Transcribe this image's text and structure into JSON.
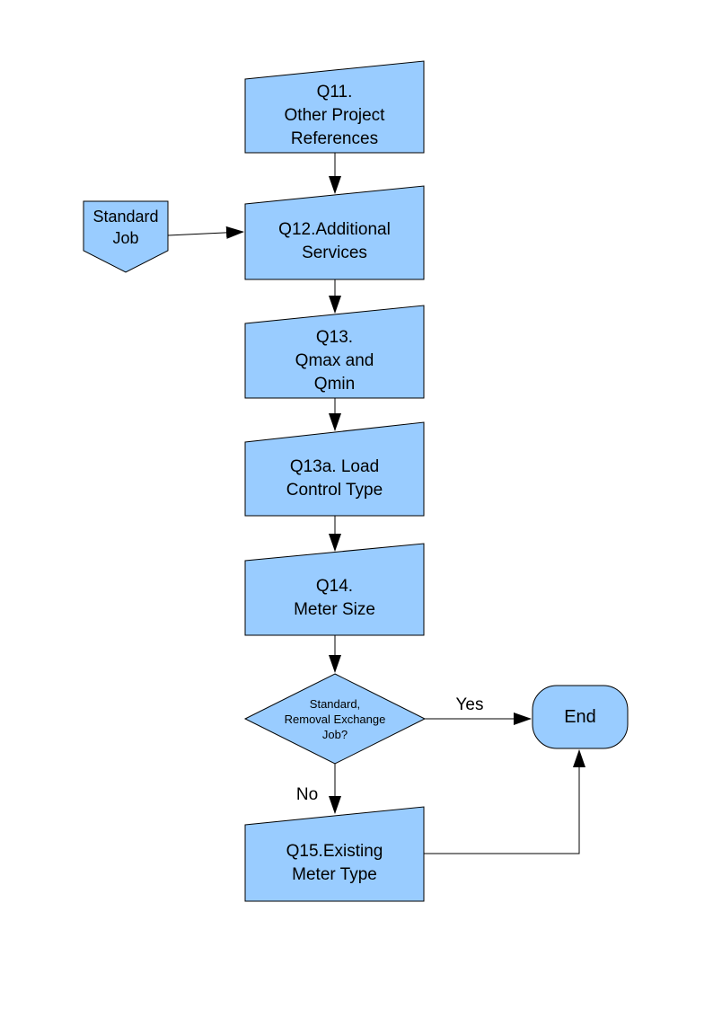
{
  "diagram": {
    "type": "flowchart",
    "colors": {
      "node_fill": "#99CCFF",
      "node_stroke": "#000000",
      "edge_color": "#000000",
      "text_color": "#000000",
      "background": "#FFFFFF"
    },
    "nodes": {
      "q11": {
        "shape": "process",
        "label": "Q11.\nOther Project\nReferences"
      },
      "standard_job": {
        "shape": "pentagon",
        "label": "Standard\nJob"
      },
      "q12": {
        "shape": "process",
        "label": "Q12.Additional\nServices"
      },
      "q13": {
        "shape": "process",
        "label": "Q13.\nQmax and\nQmin"
      },
      "q13a": {
        "shape": "process",
        "label": "Q13a. Load\nControl Type"
      },
      "q14": {
        "shape": "process",
        "label": "Q14.\nMeter Size"
      },
      "decision": {
        "shape": "decision",
        "label": "Standard,\nRemoval Exchange\nJob?"
      },
      "end": {
        "shape": "terminator",
        "label": "End"
      },
      "q15": {
        "shape": "process",
        "label": "Q15.Existing\nMeter Type"
      }
    },
    "edges": [
      {
        "from": "q11",
        "to": "q12",
        "label": ""
      },
      {
        "from": "standard_job",
        "to": "q12",
        "label": ""
      },
      {
        "from": "q12",
        "to": "q13",
        "label": ""
      },
      {
        "from": "q13",
        "to": "q13a",
        "label": ""
      },
      {
        "from": "q13a",
        "to": "q14",
        "label": ""
      },
      {
        "from": "q14",
        "to": "decision",
        "label": ""
      },
      {
        "from": "decision",
        "to": "end",
        "label": "Yes"
      },
      {
        "from": "decision",
        "to": "q15",
        "label": "No"
      },
      {
        "from": "q15",
        "to": "end",
        "label": ""
      }
    ]
  }
}
